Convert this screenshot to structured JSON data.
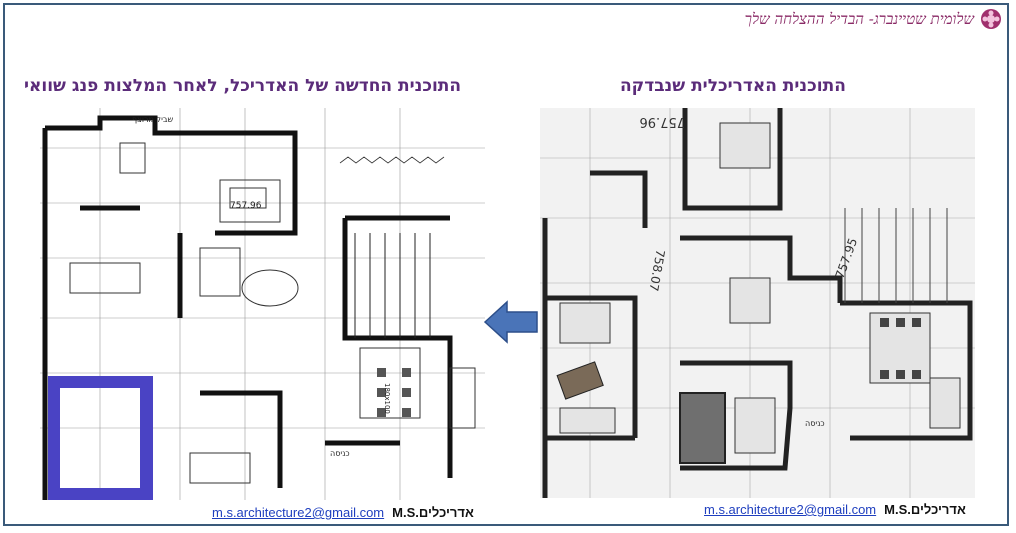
{
  "brand": {
    "tagline": "שלומית שטיינברג- הבדיל ההצלחה שלך",
    "accent": "#8a2a66"
  },
  "headings": {
    "left": "התוכנית החדשה של האדריכל, לאחר המלצות פנג שוואי",
    "right": "התוכנית האדריכלית שנבדקה",
    "color": "#5b2c7a"
  },
  "plans": {
    "left": {
      "labels": {
        "top": "שביל מרוצף",
        "level": "757.96",
        "entry": "כניסה",
        "table": "180x100"
      }
    },
    "right": {
      "labels": {
        "top_level": "757.96",
        "mid_level": "758.07",
        "side_level": "757.95",
        "entry": "כניסה"
      }
    }
  },
  "arrow": {
    "color": "#4a74b8",
    "direction": "left"
  },
  "credits": {
    "left": {
      "email": "m.s.architecture2@gmail.com",
      "firm": "M.S.אדריכלים"
    },
    "right": {
      "email": "m.s.architecture2@gmail.com",
      "firm": "M.S.אדריכלים"
    }
  }
}
